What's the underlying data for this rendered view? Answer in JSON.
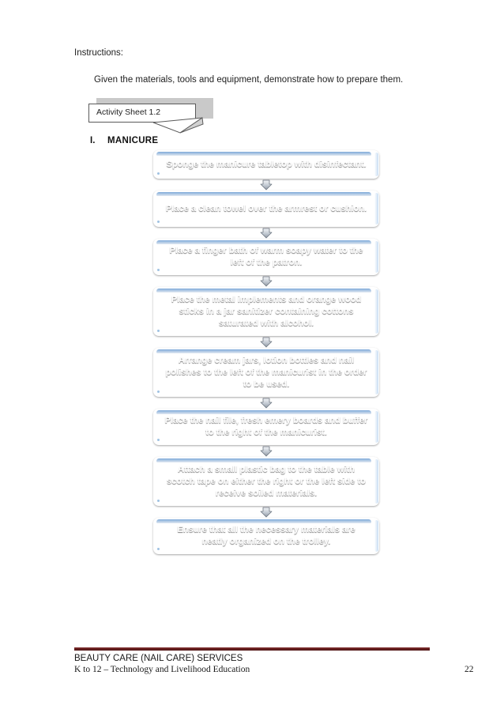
{
  "document": {
    "instructions_label": "Instructions:",
    "instructions_body": "Given the materials, tools and equipment, demonstrate how to prepare them."
  },
  "callout": {
    "label": "Activity Sheet 1.2"
  },
  "section": {
    "number": "I.",
    "title": "MANICURE"
  },
  "flowchart": {
    "type": "flowchart",
    "orientation": "vertical",
    "connector": "down-chevron-arrow",
    "box_fill_color": "#1d4470",
    "box_text_color": "#ffffff",
    "steps": [
      {
        "index": 1,
        "text": "Sponge the manicure tabletop with disinfectant.",
        "lines": 1
      },
      {
        "index": 2,
        "text": "Place a clean towel over the armrest or cushion.",
        "lines": 2
      },
      {
        "index": 3,
        "text": "Place a finger bath of warm soapy water to the left of the patron.",
        "lines": 2
      },
      {
        "index": 4,
        "text": "Place the metal implements and orange wood sticks in a jar sanitizer containing cottons saturated with alcohol.",
        "lines": 3
      },
      {
        "index": 5,
        "text": "Arrange cream jars, lotion bottles and nail polishes to the left of the manicurist in the order to be used.",
        "lines": 3
      },
      {
        "index": 6,
        "text": "Place the nail file, fresh emery boards and buffer to the right of the manicurist.",
        "lines": 2
      },
      {
        "index": 7,
        "text": "Attach a small plastic bag to the table with scotch tape on either the right or the left side to receive soiled materials.",
        "lines": 3
      },
      {
        "index": 8,
        "text": "Ensure that all the necessary materials are neatly organized on the trolley.",
        "lines": 2
      }
    ]
  },
  "footer": {
    "rule_color": "#6b2222",
    "line1": "BEAUTY CARE (NAIL CARE) SERVICES",
    "line2": "K to 12 – Technology and Livelihood Education",
    "page_number": "22"
  }
}
